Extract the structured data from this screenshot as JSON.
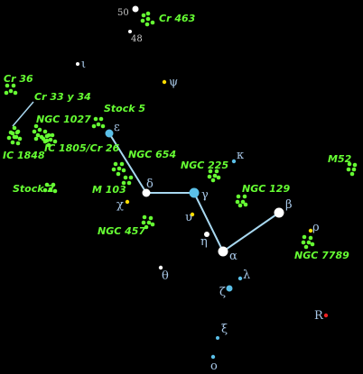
{
  "colors": {
    "background": "#000000",
    "cluster": "#66ff33",
    "cluster_label": "#66ff33",
    "line": "#a8d8f0",
    "star_white": "#ffffff",
    "star_blue": "#5bc0e8",
    "star_yellow": "#ffdd00",
    "star_red": "#ee2222",
    "star_label": "#a8c8e8",
    "number_label": "#c8c8c8"
  },
  "constellation": {
    "stars": [
      {
        "id": "epsilon",
        "label": "ε",
        "color": "star_blue"
      },
      {
        "id": "delta",
        "label": "δ",
        "color": "star_white"
      },
      {
        "id": "gamma",
        "label": "γ",
        "color": "star_blue"
      },
      {
        "id": "alpha",
        "label": "α",
        "color": "star_white"
      },
      {
        "id": "beta",
        "label": "β",
        "color": "star_white"
      }
    ]
  },
  "field_stars": [
    {
      "id": "num-50",
      "label": "50",
      "color": "star_white",
      "label_style": "number"
    },
    {
      "id": "num-48",
      "label": "48",
      "color": "star_white",
      "label_style": "number"
    },
    {
      "id": "iota",
      "label": "ι",
      "color": "star_white",
      "label_style": "star"
    },
    {
      "id": "psi",
      "label": "ψ",
      "color": "star_yellow",
      "label_style": "star"
    },
    {
      "id": "kappa",
      "label": "κ",
      "color": "star_blue",
      "label_style": "star"
    },
    {
      "id": "chi",
      "label": "χ",
      "color": "star_yellow",
      "label_style": "star"
    },
    {
      "id": "upsilon",
      "label": "υ",
      "color": "star_yellow",
      "label_style": "star"
    },
    {
      "id": "eta",
      "label": "η",
      "color": "star_white",
      "label_style": "star"
    },
    {
      "id": "rho",
      "label": "ρ",
      "color": "star_yellow",
      "label_style": "star"
    },
    {
      "id": "theta",
      "label": "θ",
      "color": "star_white",
      "label_style": "star"
    },
    {
      "id": "lambda",
      "label": "λ",
      "color": "star_blue",
      "label_style": "star"
    },
    {
      "id": "zeta",
      "label": "ζ",
      "color": "star_blue",
      "label_style": "star"
    },
    {
      "id": "xi",
      "label": "ξ",
      "color": "star_blue",
      "label_style": "star"
    },
    {
      "id": "omicron",
      "label": "ο",
      "color": "star_blue",
      "label_style": "star"
    },
    {
      "id": "r-star",
      "label": "R",
      "color": "star_red",
      "label_style": "star"
    }
  ],
  "clusters": [
    {
      "id": "cr-463",
      "label": "Cr 463"
    },
    {
      "id": "cr-36",
      "label": "Cr 36"
    },
    {
      "id": "cr-33-34",
      "label": "Cr 33 y 34"
    },
    {
      "id": "ngc-1027",
      "label": "NGC 1027"
    },
    {
      "id": "stock-5",
      "label": "Stock 5"
    },
    {
      "id": "ic-1848",
      "label": "IC 1848"
    },
    {
      "id": "ic-1805",
      "label": "IC 1805/Cr 26"
    },
    {
      "id": "ngc-654",
      "label": "NGC 654"
    },
    {
      "id": "ngc-225",
      "label": "NGC 225"
    },
    {
      "id": "m52",
      "label": "M52"
    },
    {
      "id": "stock-2",
      "label": "Stock 2"
    },
    {
      "id": "m103",
      "label": "M 103"
    },
    {
      "id": "ngc-129",
      "label": "NGC 129"
    },
    {
      "id": "ngc-457",
      "label": "NGC 457"
    },
    {
      "id": "ngc-7789",
      "label": "NGC 7789"
    }
  ]
}
